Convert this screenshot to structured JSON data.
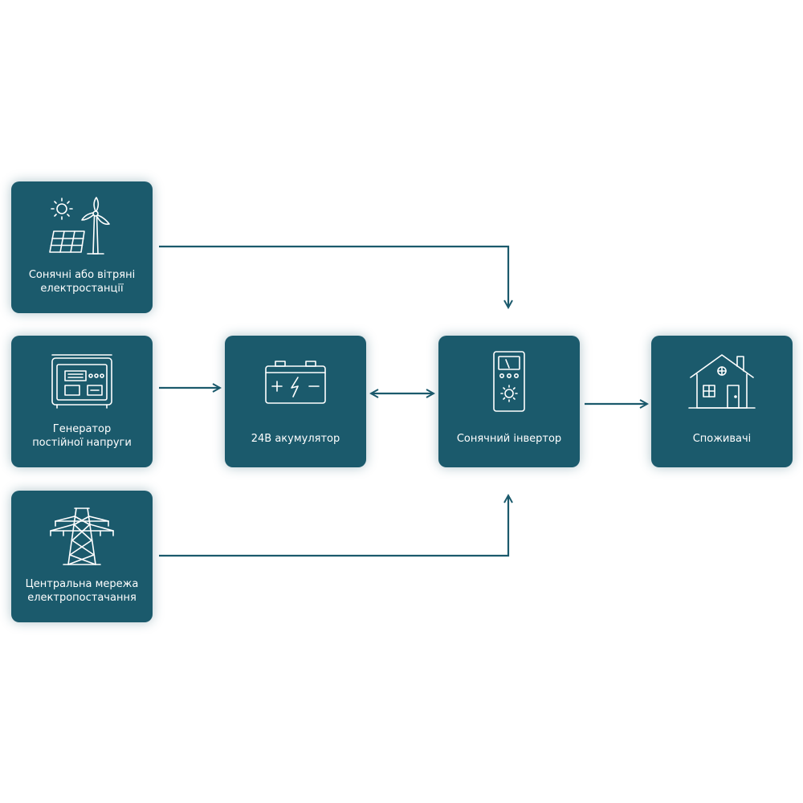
{
  "colors": {
    "node_fill": "#1b5a6c",
    "connector": "#1b5a6c",
    "icon_stroke": "#ffffff",
    "background": "#ffffff"
  },
  "nodes": {
    "solar_wind": {
      "label": "Сонячні або вітряні\nелектростанції",
      "icon": "solar-wind-icon"
    },
    "generator": {
      "label": "Генератор\nпостійної напруги",
      "icon": "generator-icon"
    },
    "grid": {
      "label": "Центральна мережа\nелектропостачання",
      "icon": "power-tower-icon"
    },
    "battery": {
      "label": "24В акумулятор",
      "icon": "battery-icon"
    },
    "inverter": {
      "label": "Сонячний інвертор",
      "icon": "inverter-icon"
    },
    "consumers": {
      "label": "Споживачі",
      "icon": "house-icon"
    }
  },
  "edges": [
    {
      "from": "solar_wind",
      "to": "inverter",
      "direction": "one-way"
    },
    {
      "from": "generator",
      "to": "battery",
      "direction": "one-way"
    },
    {
      "from": "battery",
      "to": "inverter",
      "direction": "two-way"
    },
    {
      "from": "grid",
      "to": "inverter",
      "direction": "one-way"
    },
    {
      "from": "inverter",
      "to": "consumers",
      "direction": "one-way"
    }
  ]
}
